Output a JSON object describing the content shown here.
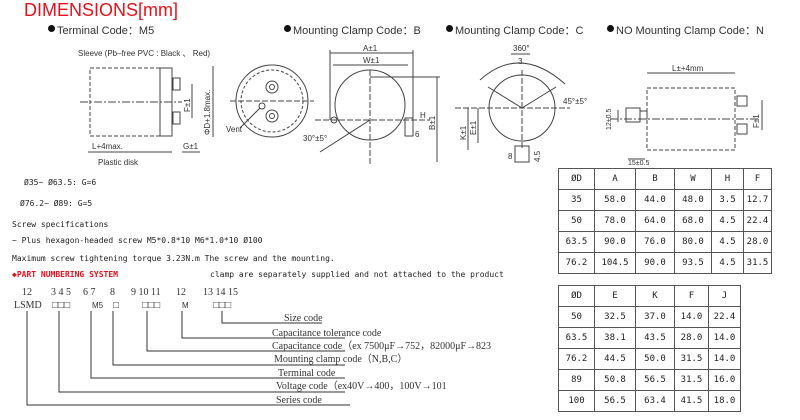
{
  "title": "DIMENSIONS[mm]",
  "sections": {
    "terminal": "Terminal Code：M5",
    "clamp_b": "Mounting Clamp Code：B",
    "clamp_c": "Mounting Clamp Code：C",
    "clamp_n": "NO Mounting Clamp Code：N"
  },
  "drawing_labels": {
    "sleeve": "Sleeve (Pb–free PVC : Black  、 Red)",
    "diameter": "ΦD+1.8max.",
    "f": "F±1",
    "l": "L+4max.",
    "g": "G±1",
    "plastic_disk": "Plastic disk",
    "vent": "Vent",
    "a": "A±1",
    "w": "W±1",
    "h": "H",
    "b": "B±1",
    "six": "6",
    "angle_b": "30°±5°",
    "angle_c_top": "360°",
    "angle_c_bottom": "3",
    "angle_c": "45°±5°",
    "k": "K±1",
    "e": "E±1",
    "eight": "8",
    "four_five": "4.5",
    "l_n": "L±+4mm",
    "twelve": "12±0.5",
    "fifteen": "15±0.5",
    "f_n": "F±1"
  },
  "notes": {
    "g1": "Ø35~ Ø63.5: G=6",
    "g2": "Ø76.2~ Ø89: G=5",
    "screw_title": "Screw specifications",
    "screw_desc": "~ Plus hexagon-headed  screw M5*0.8*10  M6*1.0*10  Ø100",
    "torque": "Maximum screw tightening  torque  3.23N.m   The screw and the mounting.",
    "pns": "◆PART NUMBERING SYSTEM",
    "clamp_note": "clamp are separately  supplied  and not  attached to the product"
  },
  "part_number": {
    "positions": [
      "12",
      "3 4 5",
      "6 7",
      "8",
      "9 10 11",
      "12",
      "13 14 15"
    ],
    "prefix": "LSMD",
    "boxes3": "□□□",
    "m5": "M5",
    "box1": "□",
    "m": "M",
    "labels": {
      "size": "Size code",
      "tolerance": "Capacitance  tolerance code",
      "capacitance": "Capacitance code（ex 7500μF→752，82000μF→823",
      "mounting": "Mounting clamp  code（N,B,C）",
      "terminal": "Terminal code",
      "voltage": "Voltage code（ex40V→400，100V→101",
      "series": "Series code"
    }
  },
  "table1": {
    "headers": [
      "ØD",
      "A",
      "B",
      "W",
      "H",
      "F"
    ],
    "rows": [
      [
        "35",
        "58.0",
        "44.0",
        "48.0",
        "3.5",
        "12.7"
      ],
      [
        "50",
        "78.0",
        "64.0",
        "68.0",
        "4.5",
        "22.4"
      ],
      [
        "63.5",
        "90.0",
        "76.0",
        "80.0",
        "4.5",
        "28.0"
      ],
      [
        "76.2",
        "104.5",
        "90.0",
        "93.5",
        "4.5",
        "31.5"
      ]
    ]
  },
  "table2": {
    "headers": [
      "ØD",
      "E",
      "K",
      "F",
      "J"
    ],
    "rows": [
      [
        "50",
        "32.5",
        "37.0",
        "14.0",
        "22.4"
      ],
      [
        "63.5",
        "38.1",
        "43.5",
        "28.0",
        "14.0"
      ],
      [
        "76.2",
        "44.5",
        "50.0",
        "31.5",
        "14.0"
      ],
      [
        "89",
        "50.8",
        "56.5",
        "31.5",
        "16.0"
      ],
      [
        "100",
        "56.5",
        "63.4",
        "41.5",
        "18.0"
      ]
    ]
  },
  "colors": {
    "accent": "#e8101a"
  }
}
